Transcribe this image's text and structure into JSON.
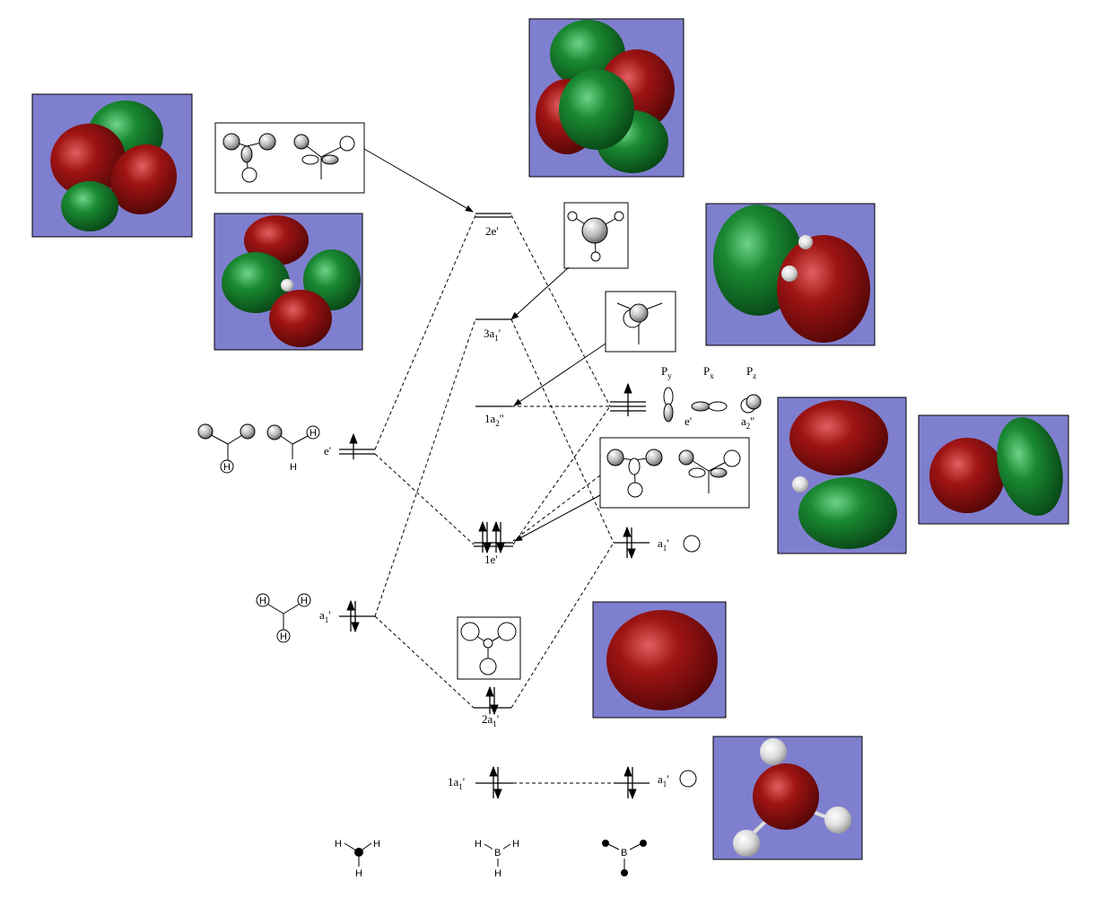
{
  "levels": {
    "e2": "2e'",
    "a3": "3a",
    "a3_sub": "1",
    "a3_sup": "'",
    "a2": "1a",
    "a2_sub": "2",
    "a2_sup": "''",
    "e1": "1e'",
    "a2b": "2a",
    "a2b_sub": "1",
    "a2b_sup": "'",
    "a1": "1a",
    "a1_sub": "1",
    "a1_sup": "'"
  },
  "left_fragment": {
    "e_label": "e'",
    "a_label": "a",
    "a_sub": "1",
    "a_sup": "'"
  },
  "right_fragment": {
    "py": "P",
    "py_sub": "y",
    "px": "P",
    "px_sub": "x",
    "pz": "P",
    "pz_sub": "z",
    "e_label": "e'",
    "a2_label": "a",
    "a2_sub": "2",
    "a2_sup": "''",
    "a1_upper": "a",
    "a1_upper_sub": "1",
    "a1_upper_sup": "'",
    "a1_lower": "a",
    "a1_lower_sub": "1",
    "a1_lower_sup": "'"
  },
  "atoms": {
    "h": "H",
    "b": "B"
  },
  "colors": {
    "mo_background": "#7f7fcf",
    "lobe_red": "#8b0f10",
    "lobe_green": "#127a2a",
    "atom_white": "#e6e6e6"
  }
}
